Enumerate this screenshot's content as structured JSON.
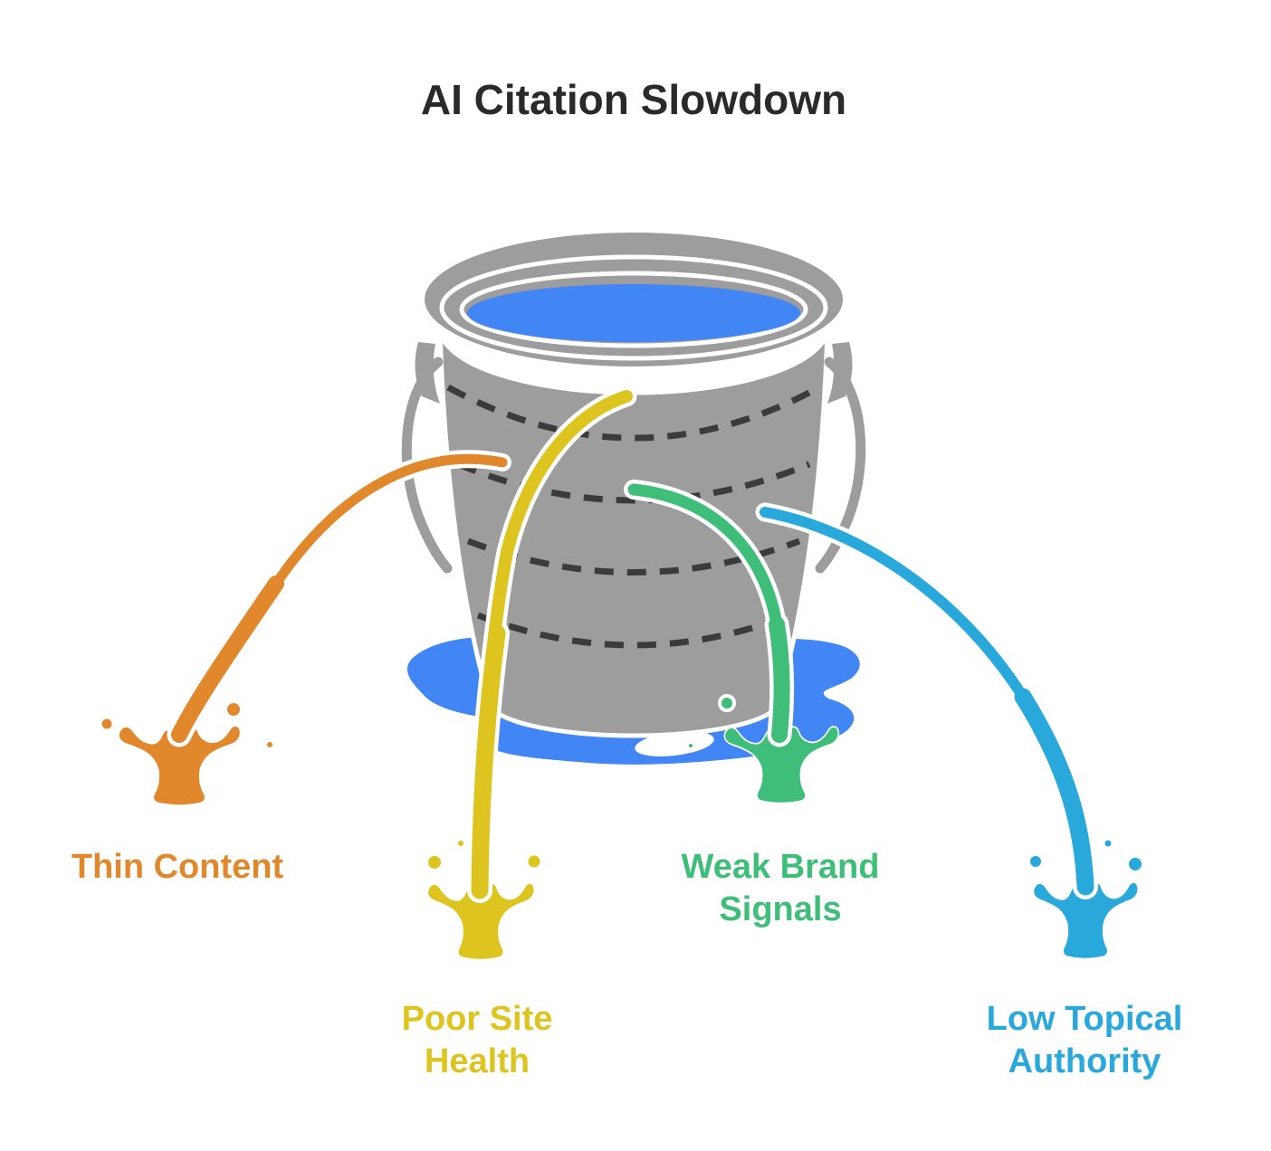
{
  "title": "AI Citation Slowdown",
  "colors": {
    "title_text": "#2a2a2a",
    "bucket": "#9d9d9d",
    "hoop_dash": "#3b3b3b",
    "water": "#4285f4"
  },
  "leaks": [
    {
      "id": "thin-content",
      "label_lines": [
        "Thin Content",
        ""
      ],
      "color": "#e2882c"
    },
    {
      "id": "poor-site-health",
      "label_lines": [
        "Poor Site",
        "Health"
      ],
      "color": "#ddc41f"
    },
    {
      "id": "weak-brand-signals",
      "label_lines": [
        "Weak Brand",
        "Signals"
      ],
      "color": "#3ebe78"
    },
    {
      "id": "low-topical-authority",
      "label_lines": [
        "Low Topical",
        "Authority"
      ],
      "color": "#29a8db"
    }
  ]
}
